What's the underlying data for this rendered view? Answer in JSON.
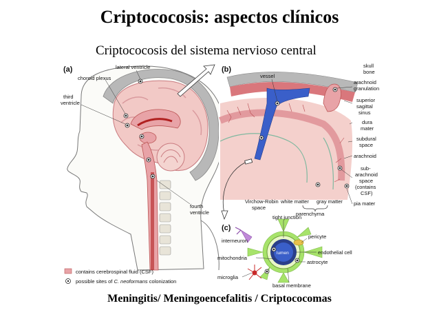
{
  "title": "Criptococosis: aspectos clínicos",
  "subtitle": "Criptococosis del sistema nervioso central",
  "footer": "Meningitis/ Meningoencefalitis / Criptococomas",
  "colors": {
    "csf": "#e8a3a7",
    "brain": "#f2c9c6",
    "vessel": "#3a5fc9",
    "green": "#a7e36a",
    "skull": "#b8b8b8"
  },
  "panels": {
    "a": "(a)",
    "b": "(b)",
    "c": "(c)"
  },
  "labels_a": {
    "lateral_ventricle": "lateral ventricle",
    "choroid_plexus": "choroid plexus",
    "third_ventricle_1": "third",
    "third_ventricle_2": "ventricle",
    "fourth_ventricle_1": "fourth",
    "fourth_ventricle_2": "ventricle"
  },
  "labels_b": {
    "vessel": "vessel",
    "skull_1": "skull",
    "skull_2": "bone",
    "arach_gran_1": "arachnoid",
    "arach_gran_2": "granulation",
    "sss_1": "superior",
    "sss_2": "sagittal",
    "sss_3": "sinus",
    "dura_1": "dura",
    "dura_2": "mater",
    "subdural_1": "subdural",
    "subdural_2": "space",
    "arachnoid": "arachnoid",
    "subarach_1": "sub-",
    "subarach_2": "arachnoid",
    "subarach_3": "space",
    "subarach_4": "(contains",
    "subarach_5": "CSF)",
    "pia": "pia mater",
    "vr_1": "Virchow-Robin",
    "vr_2": "space",
    "white": "white matter",
    "gray": "gray matter",
    "parenchyma": "parenchyma"
  },
  "labels_c": {
    "tight": "tight junction",
    "pericyte": "pericyte",
    "interneuron": "interneuron",
    "lumen": "lumen",
    "endothelial": "endothelial cell",
    "mitochondria": "mitochondria",
    "astrocyte": "astrocyte",
    "microglia": "microglia",
    "basal": "basal membrane"
  },
  "legend": {
    "csf": "contains cerebrospinal fluid (CSF)",
    "sites_pre": "possible sites of ",
    "sites_species": "C. neoformans",
    "sites_post": " colonization"
  }
}
